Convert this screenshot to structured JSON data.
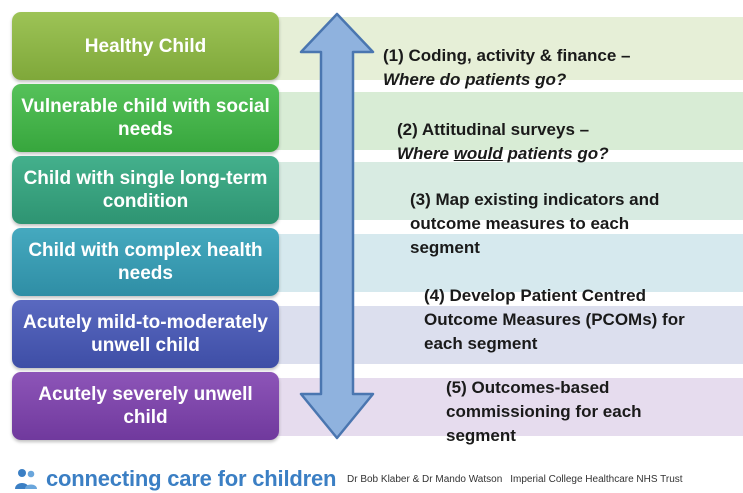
{
  "segments": [
    {
      "label": "Healthy Child",
      "color_top": "#9dc356",
      "color_bottom": "#7fa83a",
      "band": "#e6efd7"
    },
    {
      "label": "Vulnerable child with social needs",
      "color_top": "#56c25a",
      "color_bottom": "#37a63d",
      "band": "#d8ecd5"
    },
    {
      "label": "Child with single long-term condition",
      "color_top": "#44b08c",
      "color_bottom": "#2e9472",
      "band": "#d8ebe2"
    },
    {
      "label": "Child with complex health needs",
      "color_top": "#45a9bf",
      "color_bottom": "#2f8ea5",
      "band": "#d6e9ee"
    },
    {
      "label": "Acutely mild-to-moderately unwell child",
      "color_top": "#5a69c0",
      "color_bottom": "#3e4ea6",
      "band": "#dcdfee"
    },
    {
      "label": "Acutely severely unwell child",
      "color_top": "#8d55b8",
      "color_bottom": "#70399d",
      "band": "#e6dcee"
    }
  ],
  "steps": [
    {
      "line1": "(1) Coding, activity & finance –",
      "line2": "Where do patients go?"
    },
    {
      "line1": "(2) Attitudinal surveys  –",
      "line2_pre": "Where ",
      "line2_u": "would",
      "line2_post": " patients go?"
    },
    {
      "line1": "(3) Map existing indicators and",
      "line2": "outcome measures to each",
      "line3": "segment"
    },
    {
      "line1": "(4) Develop Patient Centred",
      "line2": "Outcome Measures (PCOMs) for",
      "line3": "each segment"
    },
    {
      "line1": "(5) Outcomes-based",
      "line2": "commissioning for each",
      "line3": "segment"
    }
  ],
  "arrow_color": "#8fb2de",
  "arrow_stroke": "#4a76b0",
  "brand": {
    "name": "connecting care for children",
    "icon": "people-icon",
    "color": "#3b7fc4"
  },
  "credit": {
    "authors": "Dr Bob Klaber & Dr Mando Watson",
    "org": "Imperial College Healthcare NHS Trust"
  }
}
